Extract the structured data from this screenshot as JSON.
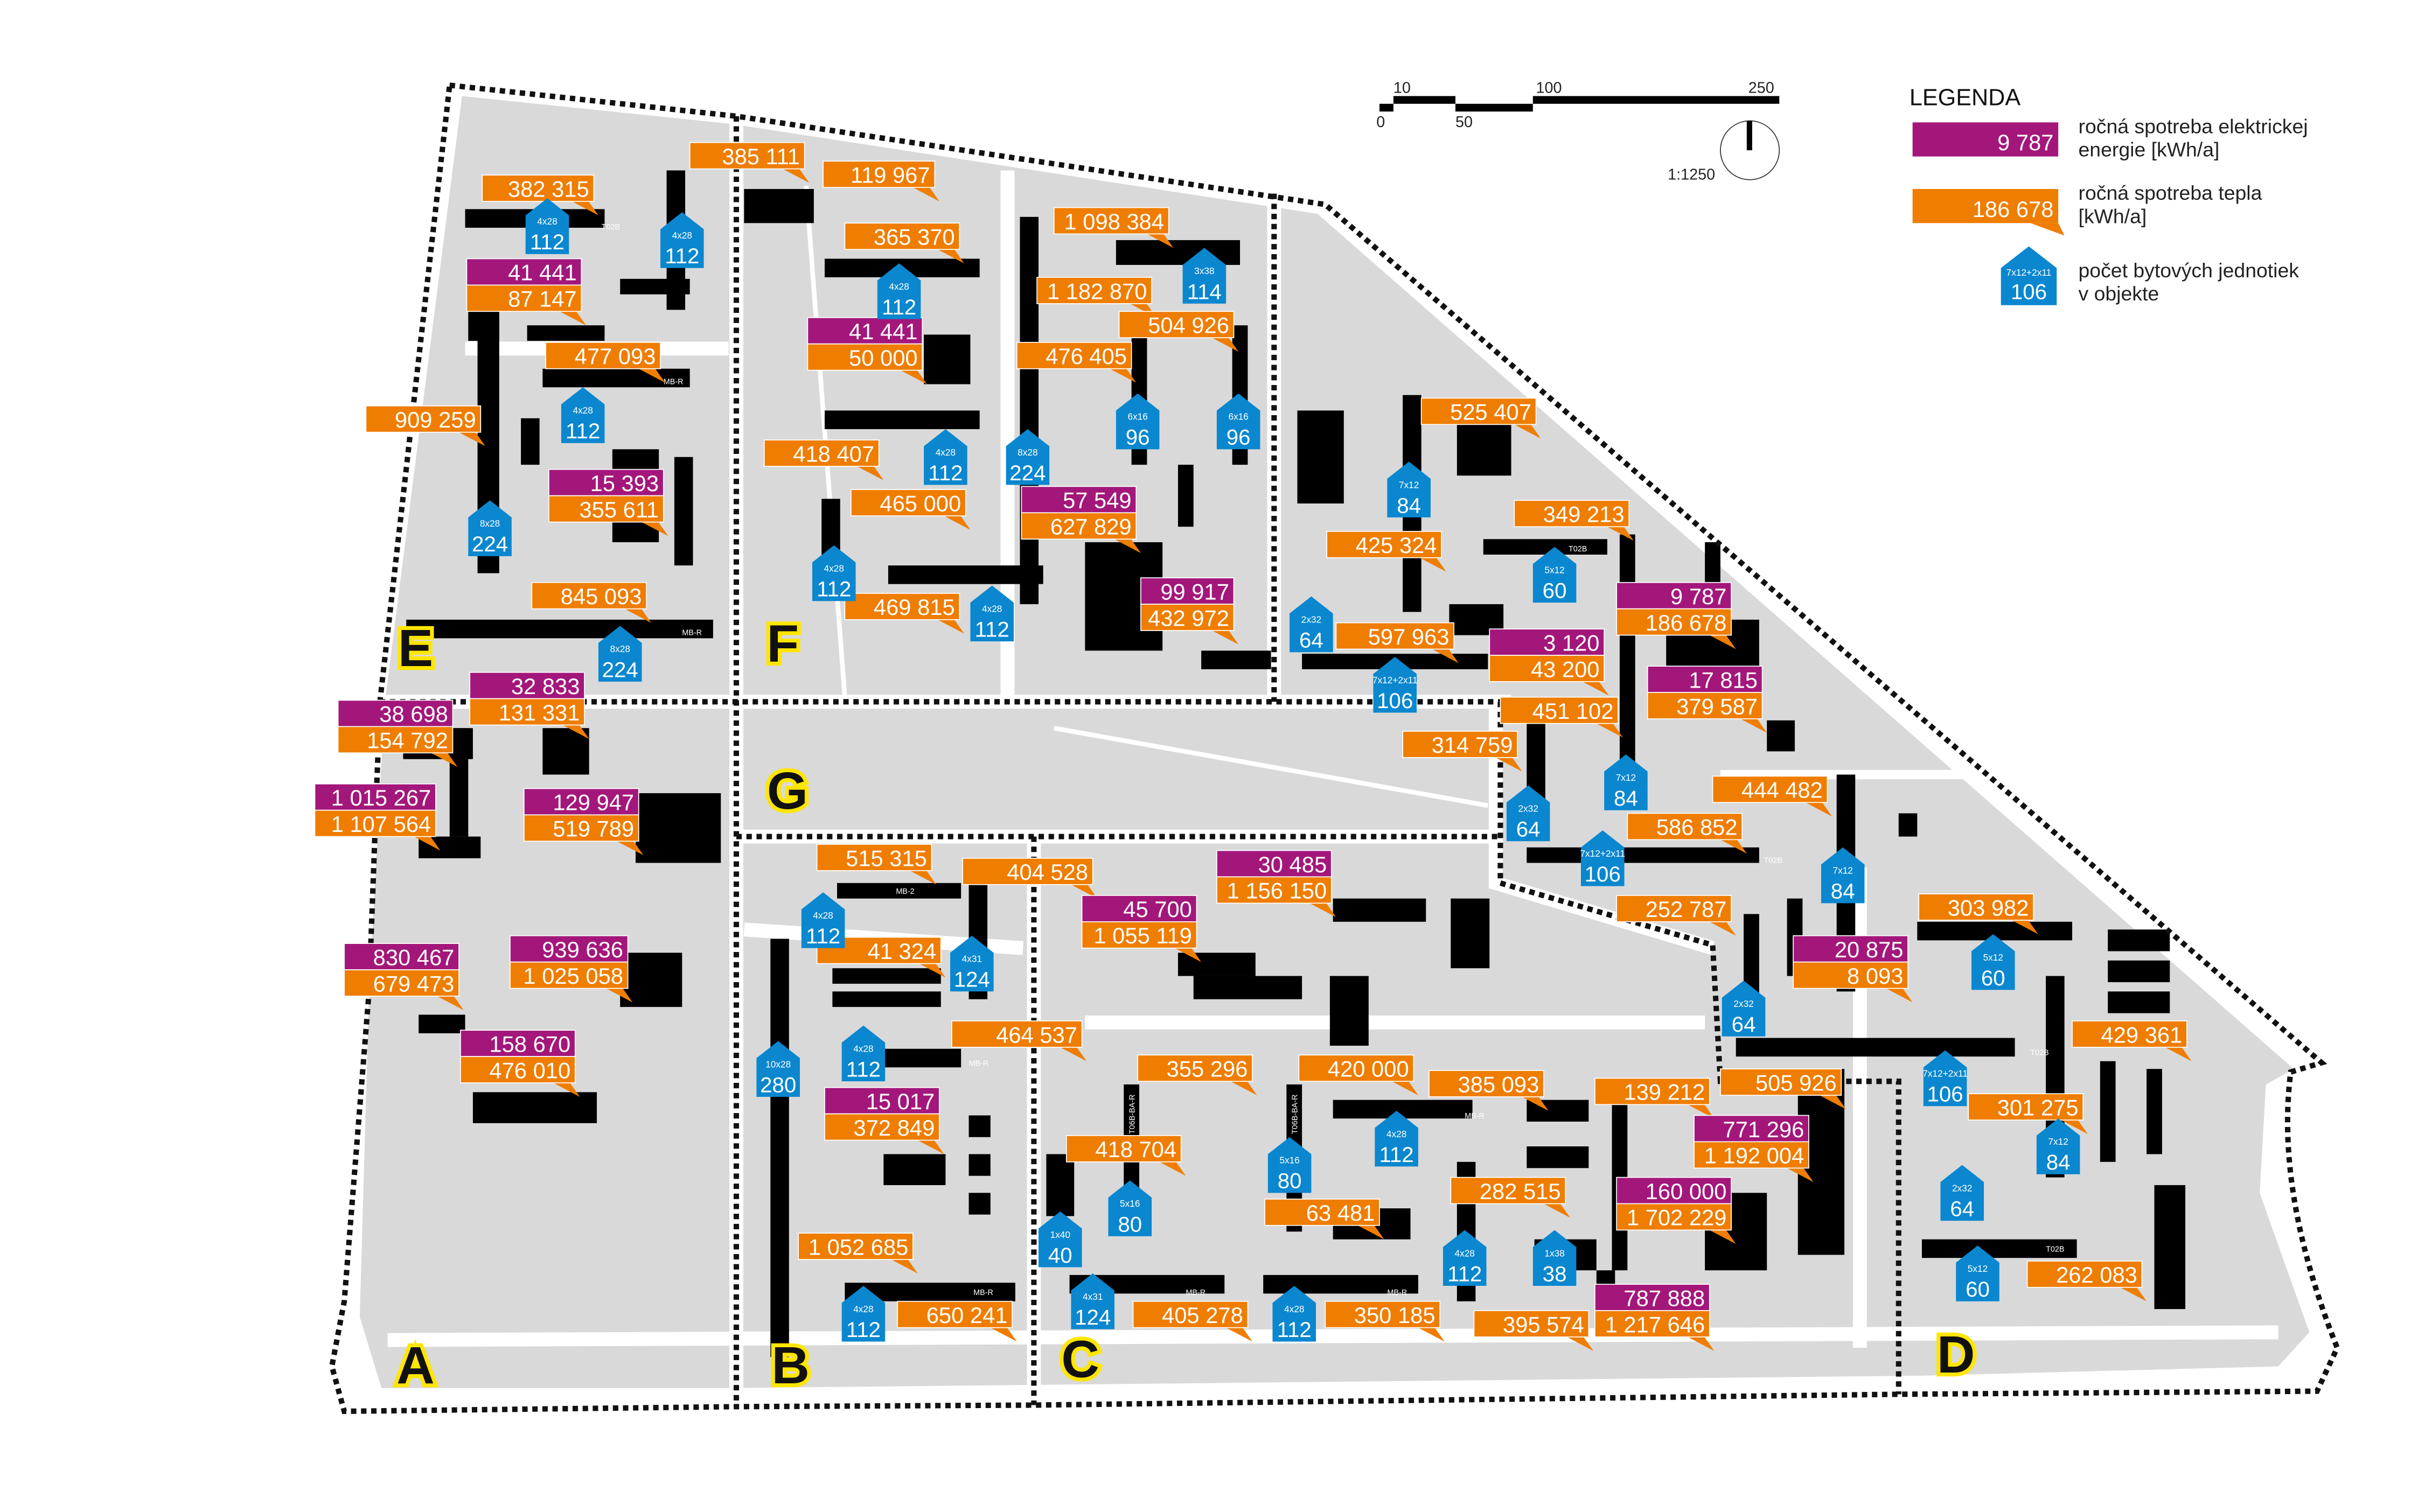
{
  "colors": {
    "electric": "#a3177b",
    "heat": "#ef7d00",
    "units": "#0a87cf",
    "building": "#000000",
    "area": "#d9d9d9",
    "district_label": "#ffe600"
  },
  "legend": {
    "title": "LEGENDA",
    "electric": {
      "sample": "9 787",
      "text1": "ročná spotreba elektrickej",
      "text2": "energie [kWh/a]"
    },
    "heat": {
      "sample": "186 678",
      "text1": "ročná spotreba tepla",
      "text2": "[kWh/a]"
    },
    "units": {
      "sample_type": "7x12+2x11",
      "sample": "106",
      "text1": "počet bytových jednotiek",
      "text2": "v objekte"
    }
  },
  "scale": {
    "ticks": [
      "0",
      "10",
      "50",
      "100",
      "250"
    ],
    "ratio": "1:1250"
  },
  "districts": [
    "E",
    "F",
    "G",
    "A",
    "B",
    "C",
    "D"
  ],
  "labels": [
    {
      "heat": "382 315"
    },
    {
      "heat": "385 111"
    },
    {
      "elec": "41 441",
      "heat": "87 147"
    },
    {
      "heat": "477 093"
    },
    {
      "heat": "909 259"
    },
    {
      "elec": "15 393",
      "heat": "355 611"
    },
    {
      "heat": "845 093"
    },
    {
      "elec": "32 833",
      "heat": "131 331"
    },
    {
      "elec": "38 698",
      "heat": "154 792"
    },
    {
      "elec": "1 015 267",
      "heat": "1 107 564"
    },
    {
      "elec": "129 947",
      "heat": "519 789"
    },
    {
      "elec": "830 467",
      "heat": "679 473"
    },
    {
      "elec": "939 636",
      "heat": "1 025 058"
    },
    {
      "elec": "158 670",
      "heat": "476 010"
    },
    {
      "heat": "119 967"
    },
    {
      "heat": "365 370"
    },
    {
      "heat": "1 098 384"
    },
    {
      "heat": "1 182 870"
    },
    {
      "elec": "41 441",
      "heat": "50 000"
    },
    {
      "heat": "504 926"
    },
    {
      "heat": "476 405"
    },
    {
      "heat": "418 407"
    },
    {
      "heat": "465 000"
    },
    {
      "elec": "57 549",
      "heat": "627 829"
    },
    {
      "elec": "99 917",
      "heat": "432 972"
    },
    {
      "heat": "469 815"
    },
    {
      "heat": "525 407"
    },
    {
      "heat": "349 213"
    },
    {
      "heat": "425 324"
    },
    {
      "elec": "9 787",
      "heat": "186 678"
    },
    {
      "heat": "597 963"
    },
    {
      "elec": "3 120",
      "heat": "43 200"
    },
    {
      "elec": "17 815",
      "heat": "379 587"
    },
    {
      "heat": "451 102"
    },
    {
      "heat": "314 759"
    },
    {
      "heat": "444 482"
    },
    {
      "heat": "586 852"
    },
    {
      "heat": "515 315"
    },
    {
      "heat": "404 528"
    },
    {
      "heat": "41 324"
    },
    {
      "heat": "464 537"
    },
    {
      "elec": "15 017",
      "heat": "372 849"
    },
    {
      "heat": "1 052 685"
    },
    {
      "heat": "650 241"
    },
    {
      "elec": "30 485",
      "heat": "1 156 150"
    },
    {
      "elec": "45 700",
      "heat": "1 055 119"
    },
    {
      "heat": "355 296"
    },
    {
      "heat": "420 000"
    },
    {
      "heat": "385 093"
    },
    {
      "heat": "139 212"
    },
    {
      "heat": "418 704"
    },
    {
      "elec": "771 296",
      "heat": "1 192 004"
    },
    {
      "heat": "282 515"
    },
    {
      "elec": "160 000",
      "heat": "1 702 229"
    },
    {
      "heat": "63 481"
    },
    {
      "heat": "405 278"
    },
    {
      "heat": "350 185"
    },
    {
      "heat": "395 574"
    },
    {
      "elec": "787 888",
      "heat": "1 217 646"
    },
    {
      "heat": "252 787"
    },
    {
      "heat": "303 982"
    },
    {
      "elec": "20 875",
      "heat": "8 093"
    },
    {
      "heat": "429 361"
    },
    {
      "heat": "505 926"
    },
    {
      "heat": "301 275"
    },
    {
      "heat": "262 083"
    }
  ],
  "houses": [
    {
      "type": "4x28",
      "units": "112"
    },
    {
      "type": "4x28",
      "units": "112"
    },
    {
      "type": "4x28",
      "units": "112"
    },
    {
      "type": "8x28",
      "units": "224"
    },
    {
      "type": "8x28",
      "units": "224"
    },
    {
      "type": "4x28",
      "units": "112"
    },
    {
      "type": "4x28",
      "units": "112"
    },
    {
      "type": "8x28",
      "units": "224"
    },
    {
      "type": "3x38",
      "units": "114"
    },
    {
      "type": "6x16",
      "units": "96"
    },
    {
      "type": "6x16",
      "units": "96"
    },
    {
      "type": "7x12",
      "units": "84"
    },
    {
      "type": "4x28",
      "units": "112"
    },
    {
      "type": "4x28",
      "units": "112"
    },
    {
      "type": "5x12",
      "units": "60"
    },
    {
      "type": "2x32",
      "units": "64"
    },
    {
      "type": "7x12+2x11",
      "units": "106"
    },
    {
      "type": "2x32",
      "units": "64"
    },
    {
      "type": "7x12",
      "units": "84"
    },
    {
      "type": "7x12+2x11",
      "units": "106"
    },
    {
      "type": "7x12",
      "units": "84"
    },
    {
      "type": "4x28",
      "units": "112"
    },
    {
      "type": "4x31",
      "units": "124"
    },
    {
      "type": "10x28",
      "units": "280"
    },
    {
      "type": "4x28",
      "units": "112"
    },
    {
      "type": "4x28",
      "units": "112"
    },
    {
      "type": "1x40",
      "units": "40"
    },
    {
      "type": "5x16",
      "units": "80"
    },
    {
      "type": "5x16",
      "units": "80"
    },
    {
      "type": "4x28",
      "units": "112"
    },
    {
      "type": "4x28",
      "units": "112"
    },
    {
      "type": "1x38",
      "units": "38"
    },
    {
      "type": "4x31",
      "units": "124"
    },
    {
      "type": "4x28",
      "units": "112"
    },
    {
      "type": "5x12",
      "units": "60"
    },
    {
      "type": "2x32",
      "units": "64"
    },
    {
      "type": "7x12+2x11",
      "units": "106"
    },
    {
      "type": "2x32",
      "units": "64"
    },
    {
      "type": "7x12",
      "units": "84"
    },
    {
      "type": "5x12",
      "units": "60"
    }
  ],
  "building_types": [
    "MB-R",
    "MB-2",
    "T02B",
    "T06B-BA-R"
  ]
}
